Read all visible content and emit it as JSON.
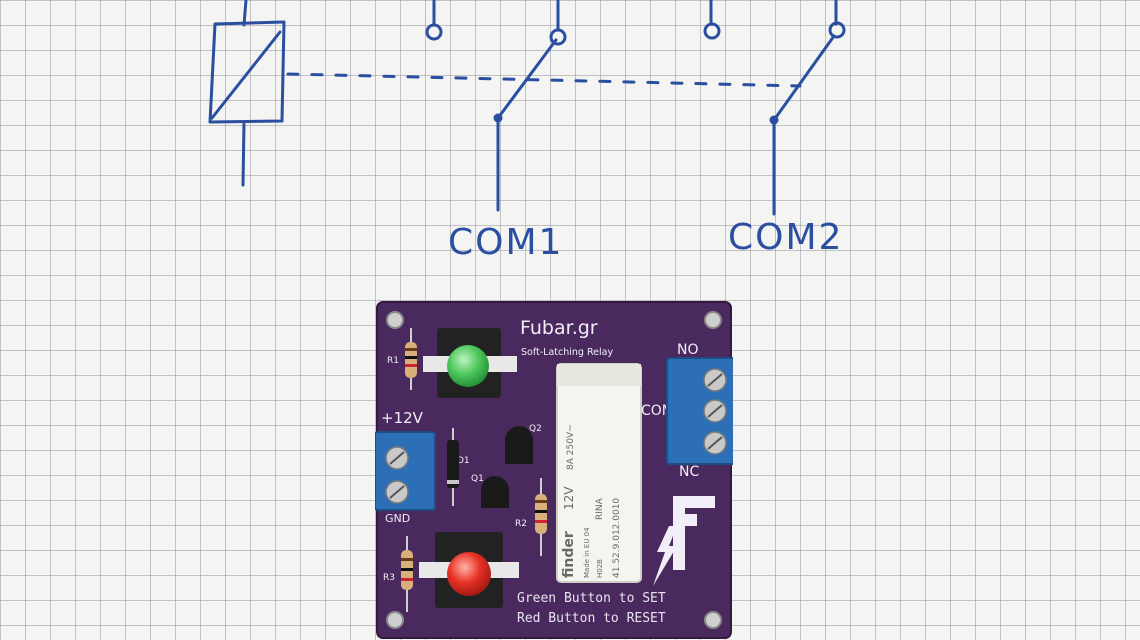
{
  "sketch": {
    "com1_label": "COM1",
    "com2_label": "COM2",
    "ink_color": "#2a4fa0"
  },
  "board": {
    "brand": "Fubar.gr",
    "subtitle": "Soft-Latching Relay",
    "no_label": "NO",
    "com_label": "COM",
    "nc_label": "NC",
    "power_label": "+12V",
    "gnd_label": "GND",
    "r1": "R1",
    "r2": "R2",
    "r3": "R3",
    "d1": "D1",
    "q1": "Q1",
    "q2": "Q2",
    "footer_line1": "Green Button to SET",
    "footer_line2": "Red Button to RESET",
    "pcb_color": "#4a2a5e",
    "terminal_color": "#2d6fb6"
  },
  "relay": {
    "brand": "finder",
    "voltage": "12V",
    "rating": "8A 250V~",
    "made_in": "Made in EU 04",
    "code": "H02B",
    "cert": "RINA",
    "part": "41.52.9.012.0010"
  }
}
